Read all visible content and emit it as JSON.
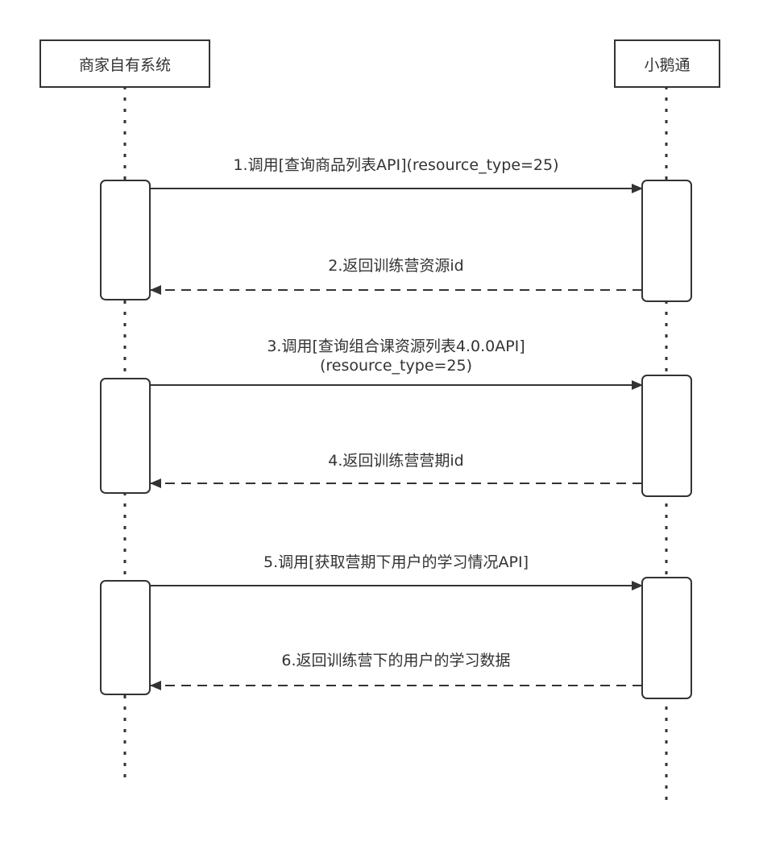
{
  "diagram": {
    "type": "sequence",
    "participants": [
      {
        "id": "merchant",
        "label": "商家自有系统"
      },
      {
        "id": "xiaoe",
        "label": "小鹅通"
      }
    ],
    "messages": [
      {
        "index": 1,
        "from": "merchant",
        "to": "xiaoe",
        "style": "solid",
        "label": "1.调用[查询商品列表API](resource_type=25)",
        "label_line2": ""
      },
      {
        "index": 2,
        "from": "xiaoe",
        "to": "merchant",
        "style": "dashed",
        "label": "2.返回训练营资源id",
        "label_line2": ""
      },
      {
        "index": 3,
        "from": "merchant",
        "to": "xiaoe",
        "style": "solid",
        "label": "3.调用[查询组合课资源列表4.0.0API]",
        "label_line2": "(resource_type=25)"
      },
      {
        "index": 4,
        "from": "xiaoe",
        "to": "merchant",
        "style": "dashed",
        "label": "4.返回训练营营期id",
        "label_line2": ""
      },
      {
        "index": 5,
        "from": "merchant",
        "to": "xiaoe",
        "style": "solid",
        "label": "5.调用[获取营期下用户的学习情况API]",
        "label_line2": ""
      },
      {
        "index": 6,
        "from": "xiaoe",
        "to": "merchant",
        "style": "dashed",
        "label": "6.返回训练营下的用户的学习数据",
        "label_line2": ""
      }
    ],
    "colors": {
      "stroke": "#333333",
      "background": "#ffffff"
    }
  }
}
